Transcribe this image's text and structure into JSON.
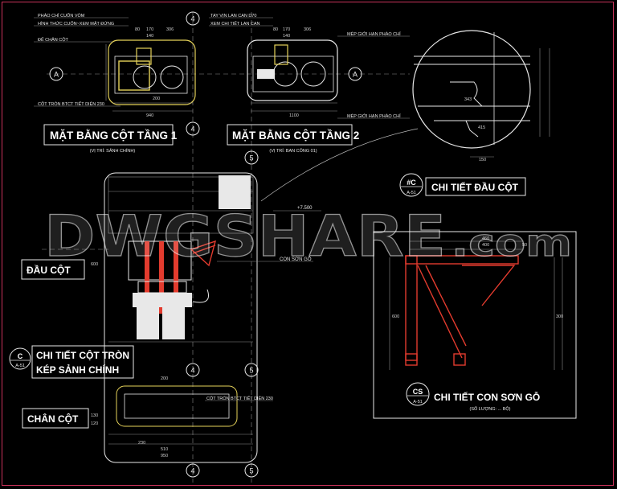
{
  "watermark": {
    "main": "DWGSHARE",
    "suffix": ".com"
  },
  "titles": {
    "plan1": "MẶT BẰNG CỘT TẦNG 1",
    "plan1_sub": "(VỊ TRÍ: SẢNH CHÍNH)",
    "plan2": "MẶT BẰNG CỘT TẦNG 2",
    "plan2_sub": "(VỊ TRÍ: BAN CÔNG 01)",
    "dau_cot_detail": "CHI TIẾT ĐẦU CỘT",
    "dau_cot": "ĐẦU CỘT",
    "cot_tron_1": "CHI TIẾT CỘT TRÒN",
    "cot_tron_2": "KÉP SẢNH CHÍNH",
    "chan_cot": "CHÂN CỘT",
    "con_son": "CHI TIẾT CON SƠN GỖ",
    "con_son_sub": "(SỐ LƯỢNG: ... BỘ)"
  },
  "tags": {
    "c_top": "#C",
    "c_bottom": "A-51",
    "c2_top": "C",
    "c2_bottom": "A-51",
    "cs_top": "CS",
    "cs_bottom": "A-51"
  },
  "annotations": {
    "phao_chi": "PHÀO CHỈ CUỐN VÒM",
    "hinh_thuc": "HÌNH THỨC CUỐN~XEM MẶT ĐỨNG",
    "de_chan": "ĐẾ CHÂN CỘT",
    "cot_tron_btct": "CỘT TRÒN BTCT TIẾT DIỆN 230",
    "tay_vin": "TAY VỊN LAN CAN D70",
    "xem_chi_tiet": "XEM CHI TIẾT LAN CAN",
    "mep_gioi_1": "MÉP GIỚI HẠN PHÀO CHỈ",
    "mep_gioi_2": "MÉP GIỚI HẠN PHÀO CHỈ",
    "con_son_go": "CON SƠN GỖ",
    "cot_tron_btct_2": "CỘT TRÒN BTCT TIẾT DIỆN 230",
    "level": "+7.500"
  },
  "grid": {
    "a": "A",
    "four": "4",
    "five": "5"
  },
  "dims": {
    "d80": "80",
    "d170": "170",
    "d306": "306",
    "d200": "200",
    "d230": "230",
    "d940": "940",
    "d510": "510",
    "d1100": "1100",
    "d130": "130",
    "d140": "140",
    "d460": "460",
    "d400": "400",
    "d150": "150",
    "d300": "300",
    "d600": "600",
    "d950": "950",
    "d415": "415",
    "d343": "343",
    "d120": "120",
    "d50": "50"
  }
}
